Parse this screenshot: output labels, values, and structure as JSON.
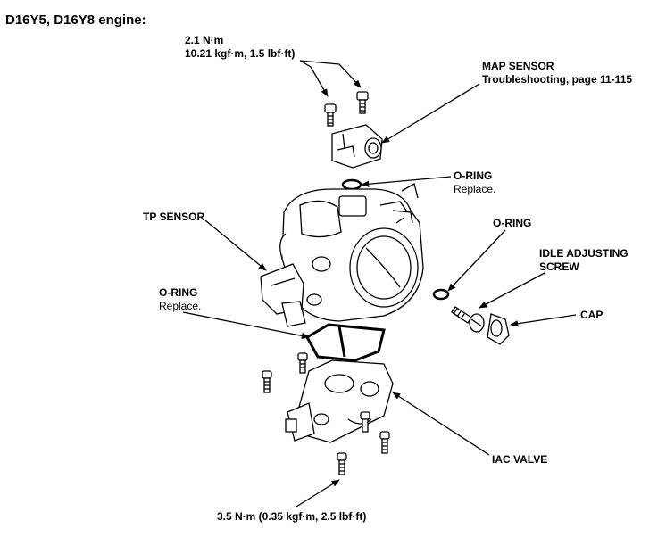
{
  "title": "D16Y5, D16Y8 engine:",
  "labels": {
    "top_torque_line1": "2.1 N·m",
    "top_torque_line2": "10.21 kgf·m, 1.5 lbf·ft)",
    "map_sensor_line1": "MAP SENSOR",
    "map_sensor_line2": "Troubleshooting, page 11-115",
    "oring_top_line1": "O-RING",
    "oring_top_line2": "Replace.",
    "tp_sensor": "TP SENSOR",
    "oring_right": "O-RING",
    "idle_screw_line1": "IDLE ADJUSTING",
    "idle_screw_line2": "SCREW",
    "cap": "CAP",
    "oring_left_line1": "O-RING",
    "oring_left_line2": "Replace.",
    "iac_valve": "IAC VALVE",
    "bottom_torque": "3.5 N·m (0.35 kgf·m, 2.5 lbf·ft)"
  }
}
